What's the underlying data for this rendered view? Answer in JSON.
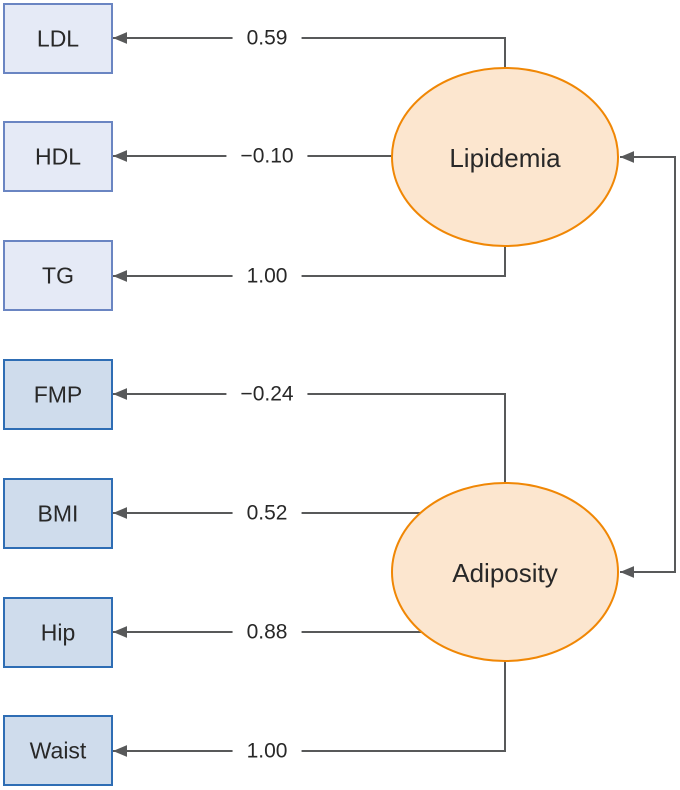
{
  "figure": {
    "type": "sem-path-diagram",
    "latent_variables": [
      {
        "id": "lipidemia",
        "label": "Lipidemia"
      },
      {
        "id": "adiposity",
        "label": "Adiposity"
      }
    ],
    "indicators": [
      {
        "id": "ldl",
        "label": "LDL",
        "loading": "0.59",
        "latent": "Lipidemia"
      },
      {
        "id": "hdl",
        "label": "HDL",
        "loading": "−0.10",
        "latent": "Lipidemia"
      },
      {
        "id": "tg",
        "label": "TG",
        "loading": "1.00",
        "latent": "Lipidemia"
      },
      {
        "id": "fmp",
        "label": "FMP",
        "loading": "−0.24",
        "latent": "Adiposity"
      },
      {
        "id": "bmi",
        "label": "BMI",
        "loading": "0.52",
        "latent": "Adiposity"
      },
      {
        "id": "hip",
        "label": "Hip",
        "loading": "0.88",
        "latent": "Adiposity"
      },
      {
        "id": "waist",
        "label": "Waist",
        "loading": "1.00",
        "latent": "Adiposity"
      }
    ],
    "covariance": {
      "from": "Lipidemia",
      "to": "Adiposity",
      "style": "double-headed-arrow"
    },
    "colors": {
      "background": "#ffffff",
      "connector_gray": "#58595a",
      "lipidemia_indicator_fill": "#e5eaf6",
      "lipidemia_indicator_border": "#6a85c2",
      "adiposity_indicator_fill": "#cfdcec",
      "adiposity_indicator_border": "#2e6db4",
      "latent_fill": "#fce6cf",
      "latent_border": "#f08705",
      "text": "#282828"
    }
  }
}
